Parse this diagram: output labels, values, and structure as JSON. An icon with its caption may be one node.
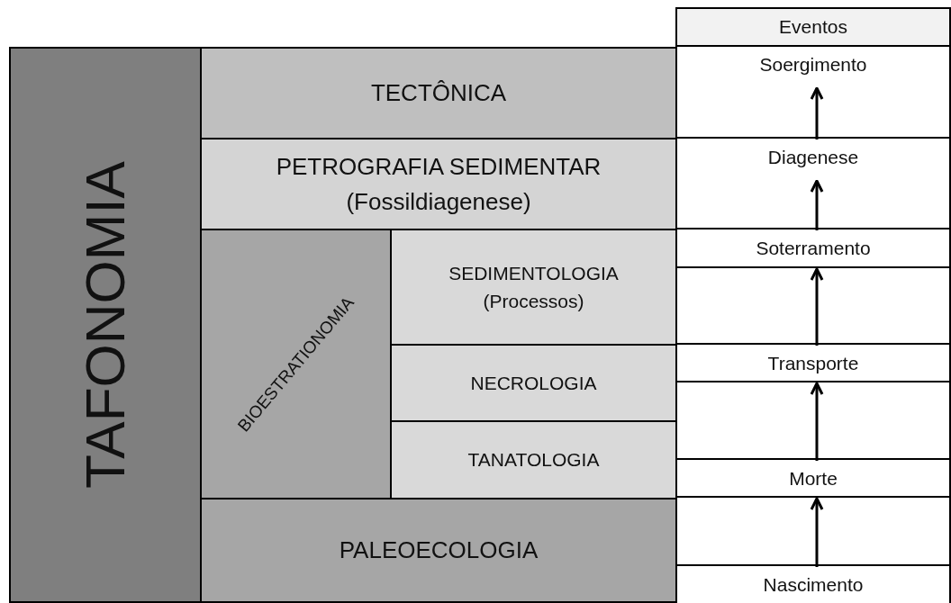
{
  "diagram": {
    "nodes": [
      {
        "text": [
          "Eventos"
        ]
      },
      {
        "text": [
          "TAFONOMIA"
        ]
      },
      {
        "text": [
          "TECTÔNICA"
        ]
      },
      {
        "text": [
          "PETROGRAFIA SEDIMENTAR",
          "(Fossildiagenese)"
        ]
      },
      {
        "text": [
          "BIOESTRATIONOMIA"
        ]
      },
      {
        "text": [
          "SEDIMENTOLOGIA",
          "(Processos)"
        ]
      },
      {
        "text": [
          "NECROLOGIA"
        ]
      },
      {
        "text": [
          "TANATOLOGIA"
        ]
      },
      {
        "text": [
          "PALEOECOLOGIA"
        ]
      },
      {
        "text": [
          "Soergimento"
        ]
      },
      {
        "text": [
          "Diagenese"
        ]
      },
      {
        "text": [
          "Soterramento"
        ]
      },
      {
        "text": [
          "Transporte"
        ]
      },
      {
        "text": [
          "Morte"
        ]
      },
      {
        "text": [
          "Nascimento"
        ]
      }
    ],
    "edges": [
      {
        "from": 14,
        "to": 13,
        "arrow": "to"
      },
      {
        "from": 13,
        "to": 12,
        "arrow": "to"
      },
      {
        "from": 12,
        "to": 11,
        "arrow": "to"
      },
      {
        "from": 11,
        "to": 10,
        "arrow": "to"
      },
      {
        "from": 10,
        "to": 9,
        "arrow": "to"
      }
    ]
  }
}
